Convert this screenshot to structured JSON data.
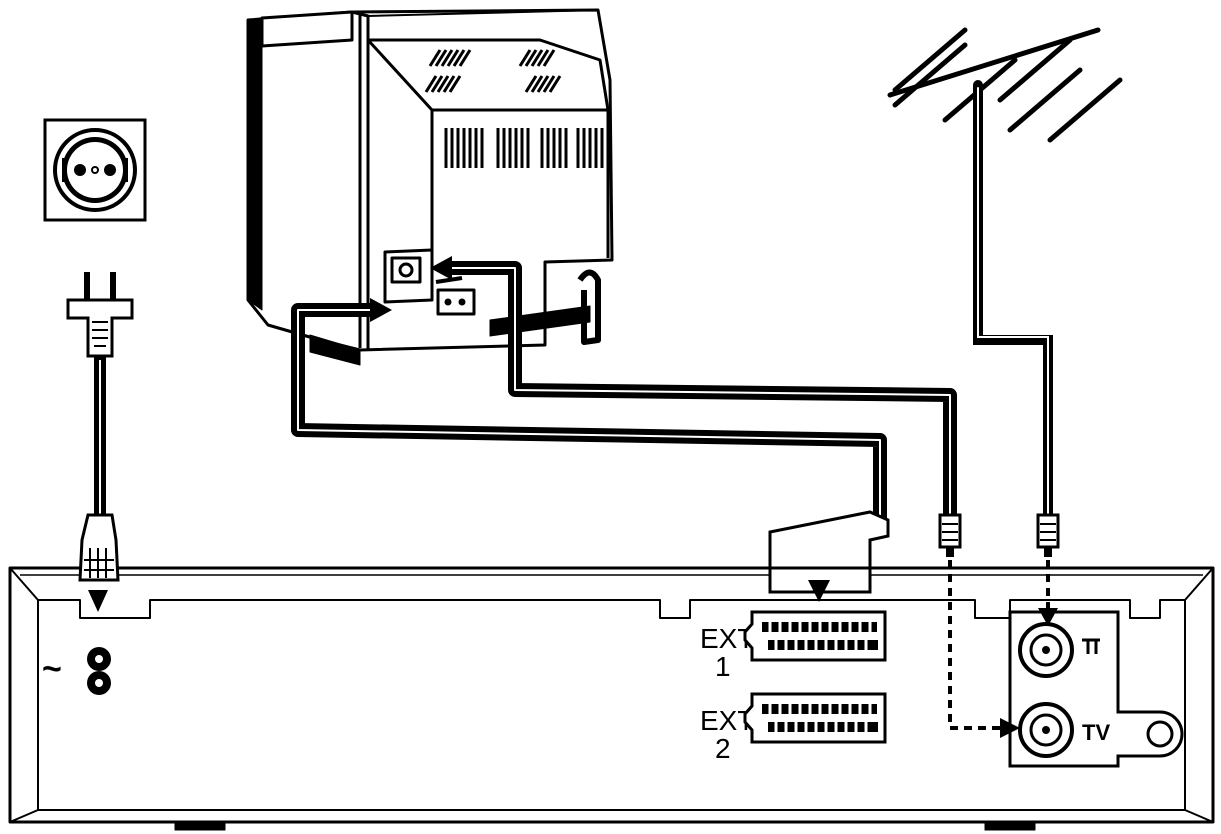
{
  "diagram": {
    "power_symbol": "~",
    "scart_sockets": [
      {
        "name": "EXT",
        "number": "1"
      },
      {
        "name": "EXT",
        "number": "2"
      }
    ],
    "antenna_sockets": [
      {
        "label": "TV"
      }
    ],
    "colors": {
      "ink": "#000000",
      "paper": "#ffffff"
    }
  }
}
